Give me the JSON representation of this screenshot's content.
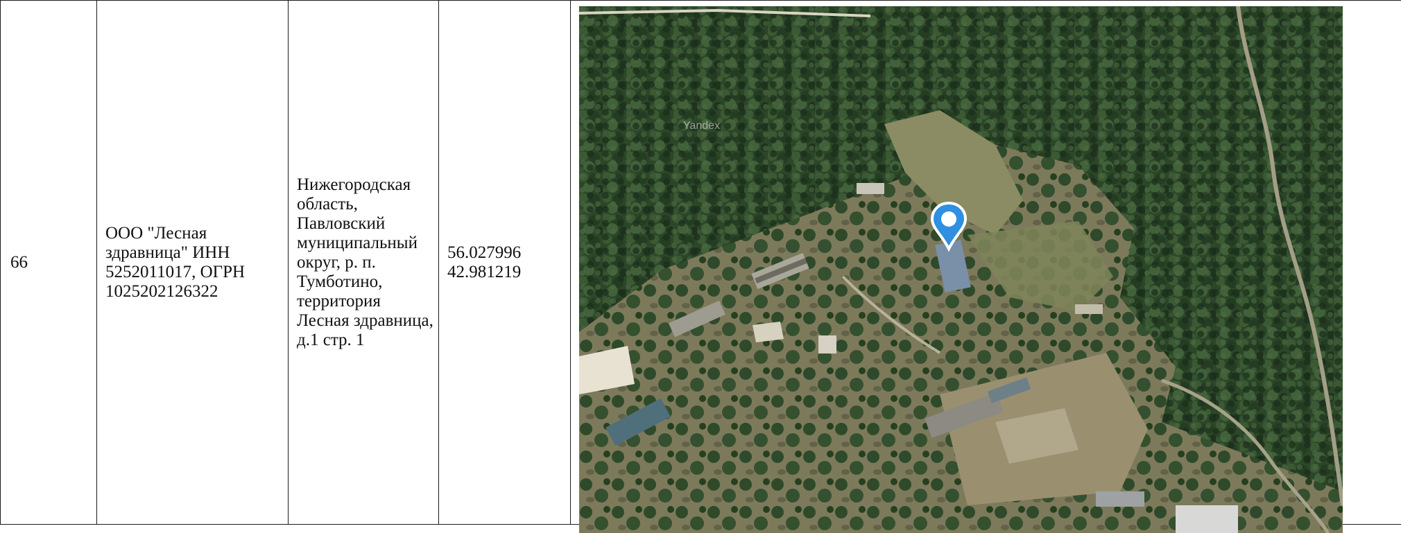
{
  "row": {
    "number": "66",
    "organization": "ООО \"Лесная здравница\" ИНН 5252011017, ОГРН 1025202126322",
    "address": "Нижегородская область, Павловский муниципальный округ, р. п. Тумботино, территория Лесная здравница, д.1 стр. 1",
    "coordinates": {
      "latitude": "56.027996",
      "longitude": "42.981219"
    }
  },
  "map": {
    "watermark": "Yandex",
    "marker_icon": "map-pin-icon",
    "colors": {
      "forest": "#2d4a2a",
      "clearing": "#8a8a6a",
      "pin": "#2f8fe0"
    }
  }
}
